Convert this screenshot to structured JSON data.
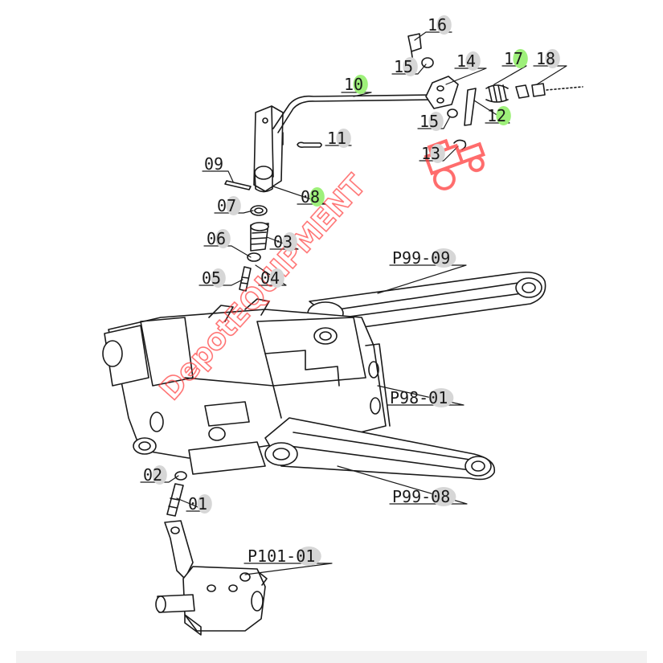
{
  "watermark": {
    "text": "DepotEQUIPMENT",
    "color": "#ff3b3b",
    "logo_icon": "tractor-icon"
  },
  "colors": {
    "line": "#1a1a1a",
    "label_bg_gray": "#d6d6d6",
    "label_bg_green": "#9ef07a",
    "watermark": "#ff3b3b"
  },
  "labels": [
    {
      "id": "16",
      "text": "16",
      "highlight": "gray"
    },
    {
      "id": "15a",
      "text": "15",
      "highlight": "gray"
    },
    {
      "id": "14",
      "text": "14",
      "highlight": "gray"
    },
    {
      "id": "17",
      "text": "17",
      "highlight": "green"
    },
    {
      "id": "18",
      "text": "18",
      "highlight": "gray"
    },
    {
      "id": "10",
      "text": "10",
      "highlight": "green"
    },
    {
      "id": "15b",
      "text": "15",
      "highlight": "gray"
    },
    {
      "id": "12",
      "text": "12",
      "highlight": "green"
    },
    {
      "id": "11",
      "text": "11",
      "highlight": "gray"
    },
    {
      "id": "13",
      "text": "13",
      "highlight": "gray"
    },
    {
      "id": "09",
      "text": "09",
      "highlight": "none"
    },
    {
      "id": "08",
      "text": "08",
      "highlight": "green"
    },
    {
      "id": "07",
      "text": "07",
      "highlight": "gray"
    },
    {
      "id": "06",
      "text": "06",
      "highlight": "gray"
    },
    {
      "id": "03",
      "text": "03",
      "highlight": "gray"
    },
    {
      "id": "05",
      "text": "05",
      "highlight": "gray"
    },
    {
      "id": "04",
      "text": "04",
      "highlight": "gray"
    },
    {
      "id": "P99-09",
      "text": "P99-09",
      "highlight": "gray"
    },
    {
      "id": "P98-01",
      "text": "P98-01",
      "highlight": "gray"
    },
    {
      "id": "02",
      "text": "02",
      "highlight": "gray"
    },
    {
      "id": "01",
      "text": "01",
      "highlight": "gray"
    },
    {
      "id": "P99-08",
      "text": "P99-08",
      "highlight": "gray"
    },
    {
      "id": "P101-01",
      "text": "P101-01",
      "highlight": "gray"
    }
  ]
}
